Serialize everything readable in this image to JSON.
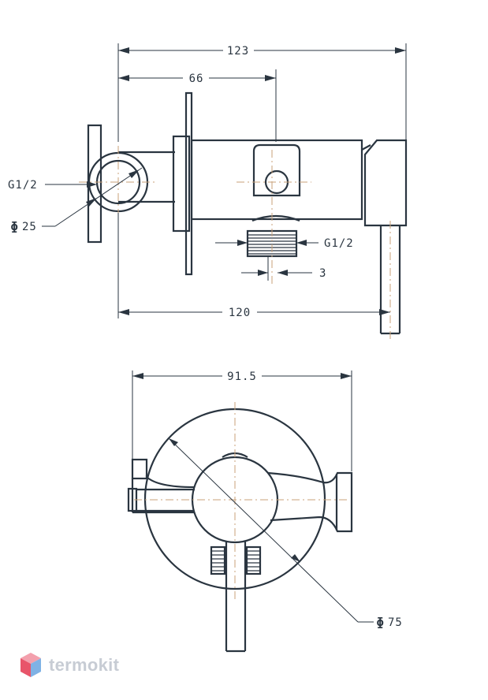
{
  "dimensions": {
    "overall_length": "123",
    "center_offset": "66",
    "thread_left": "G1/2",
    "diameter_pipe": "25",
    "thread_bottom": "G1/2",
    "thread_gap": "3",
    "handle_length": "120",
    "plan_width": "91.5",
    "plate_diameter": "75"
  },
  "symbols": {
    "diameter": "ɸ"
  },
  "watermark": {
    "brand": "termokit"
  },
  "colors": {
    "line": "#2a3540",
    "center_line": "#c9a27a",
    "logo_red": "#e8556a",
    "logo_blue": "#7fb2e5",
    "logo_text": "#c7ccd4"
  }
}
